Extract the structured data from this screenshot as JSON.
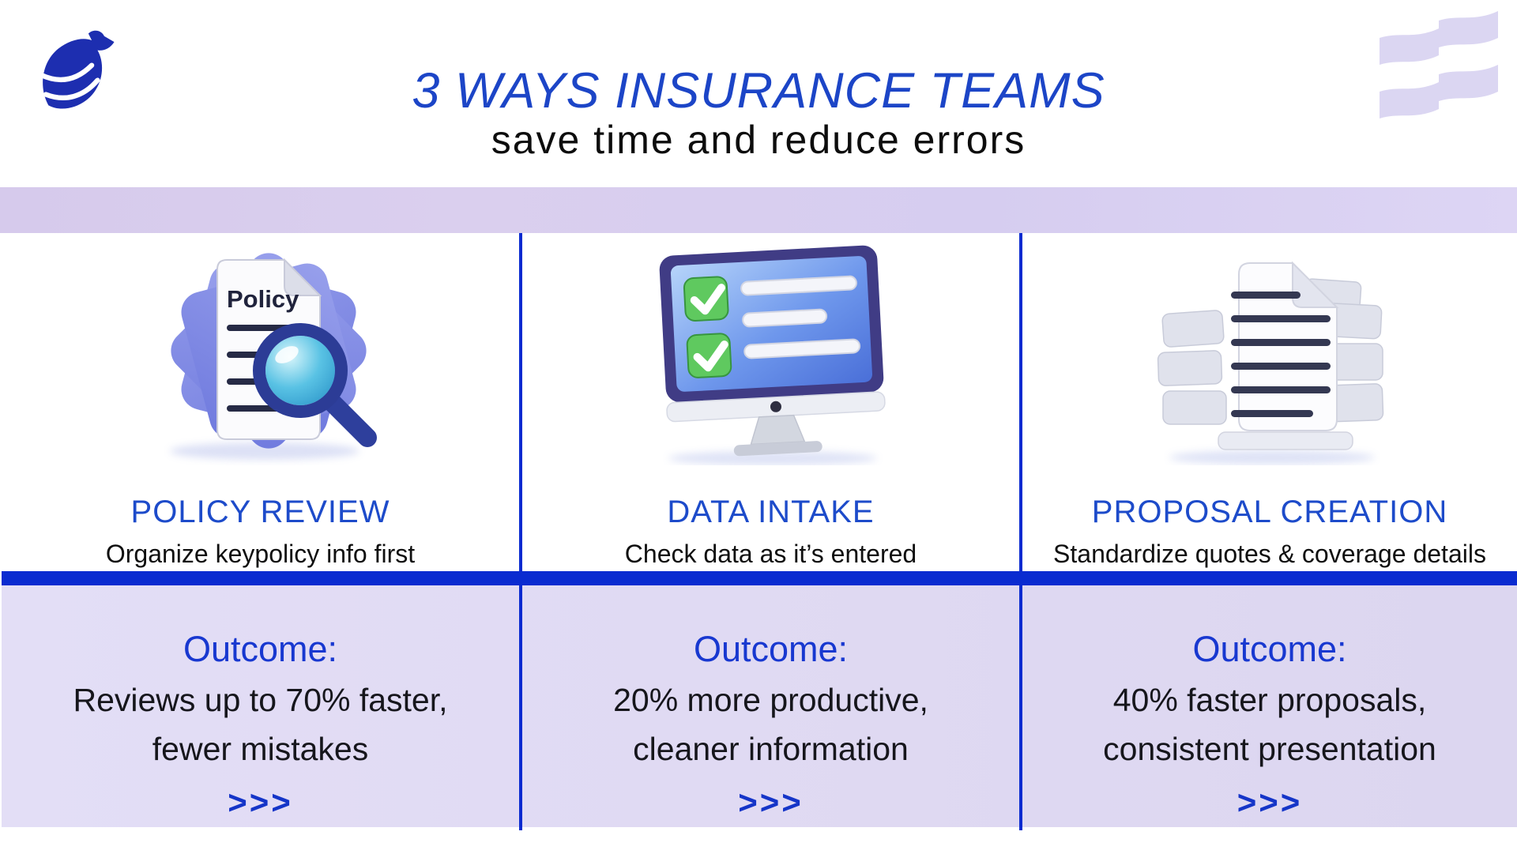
{
  "header": {
    "title_line1": "3 WAYS INSURANCE TEAMS",
    "title_line2": "save time and reduce errors"
  },
  "icons": {
    "logo": "eagle-logo",
    "top_right_decoration": "wavy-flag-decoration",
    "column1": "policy-document-magnifier-icon",
    "column2": "monitor-checklist-icon",
    "column3": "document-stack-icon"
  },
  "columns": [
    {
      "title": "POLICY REVIEW",
      "description": "Organize keypolicy info first",
      "icon_label": "Policy",
      "outcome_label": "Outcome:",
      "outcome_line1": "Reviews up to 70% faster,",
      "outcome_line2": "fewer mistakes",
      "chevrons": ">>>"
    },
    {
      "title": "DATA INTAKE",
      "description": "Check data as it’s entered",
      "outcome_label": "Outcome:",
      "outcome_line1": "20% more productive,",
      "outcome_line2": "cleaner information",
      "chevrons": ">>>"
    },
    {
      "title": "PROPOSAL CREATION",
      "description": "Standardize quotes & coverage details",
      "outcome_label": "Outcome:",
      "outcome_line1": "40% faster proposals,",
      "outcome_line2": "consistent presentation",
      "chevrons": ">>>"
    }
  ],
  "colors": {
    "title_blue": "#1c45c7",
    "column_title_blue": "#1d4bca",
    "outcome_blue": "#1838d0",
    "divider_bar_blue": "#0a2bd0",
    "band_lavender": "#d8cef0",
    "panel_lavender": "#e0daf3",
    "logo_blue": "#1d2eb0",
    "flag_lavender": "#dbd6f2",
    "text_black": "#111111",
    "starburst_periwinkle": "#8a92e8",
    "checkbox_green": "#5fc95f",
    "lens_teal": "#46b4dc"
  }
}
